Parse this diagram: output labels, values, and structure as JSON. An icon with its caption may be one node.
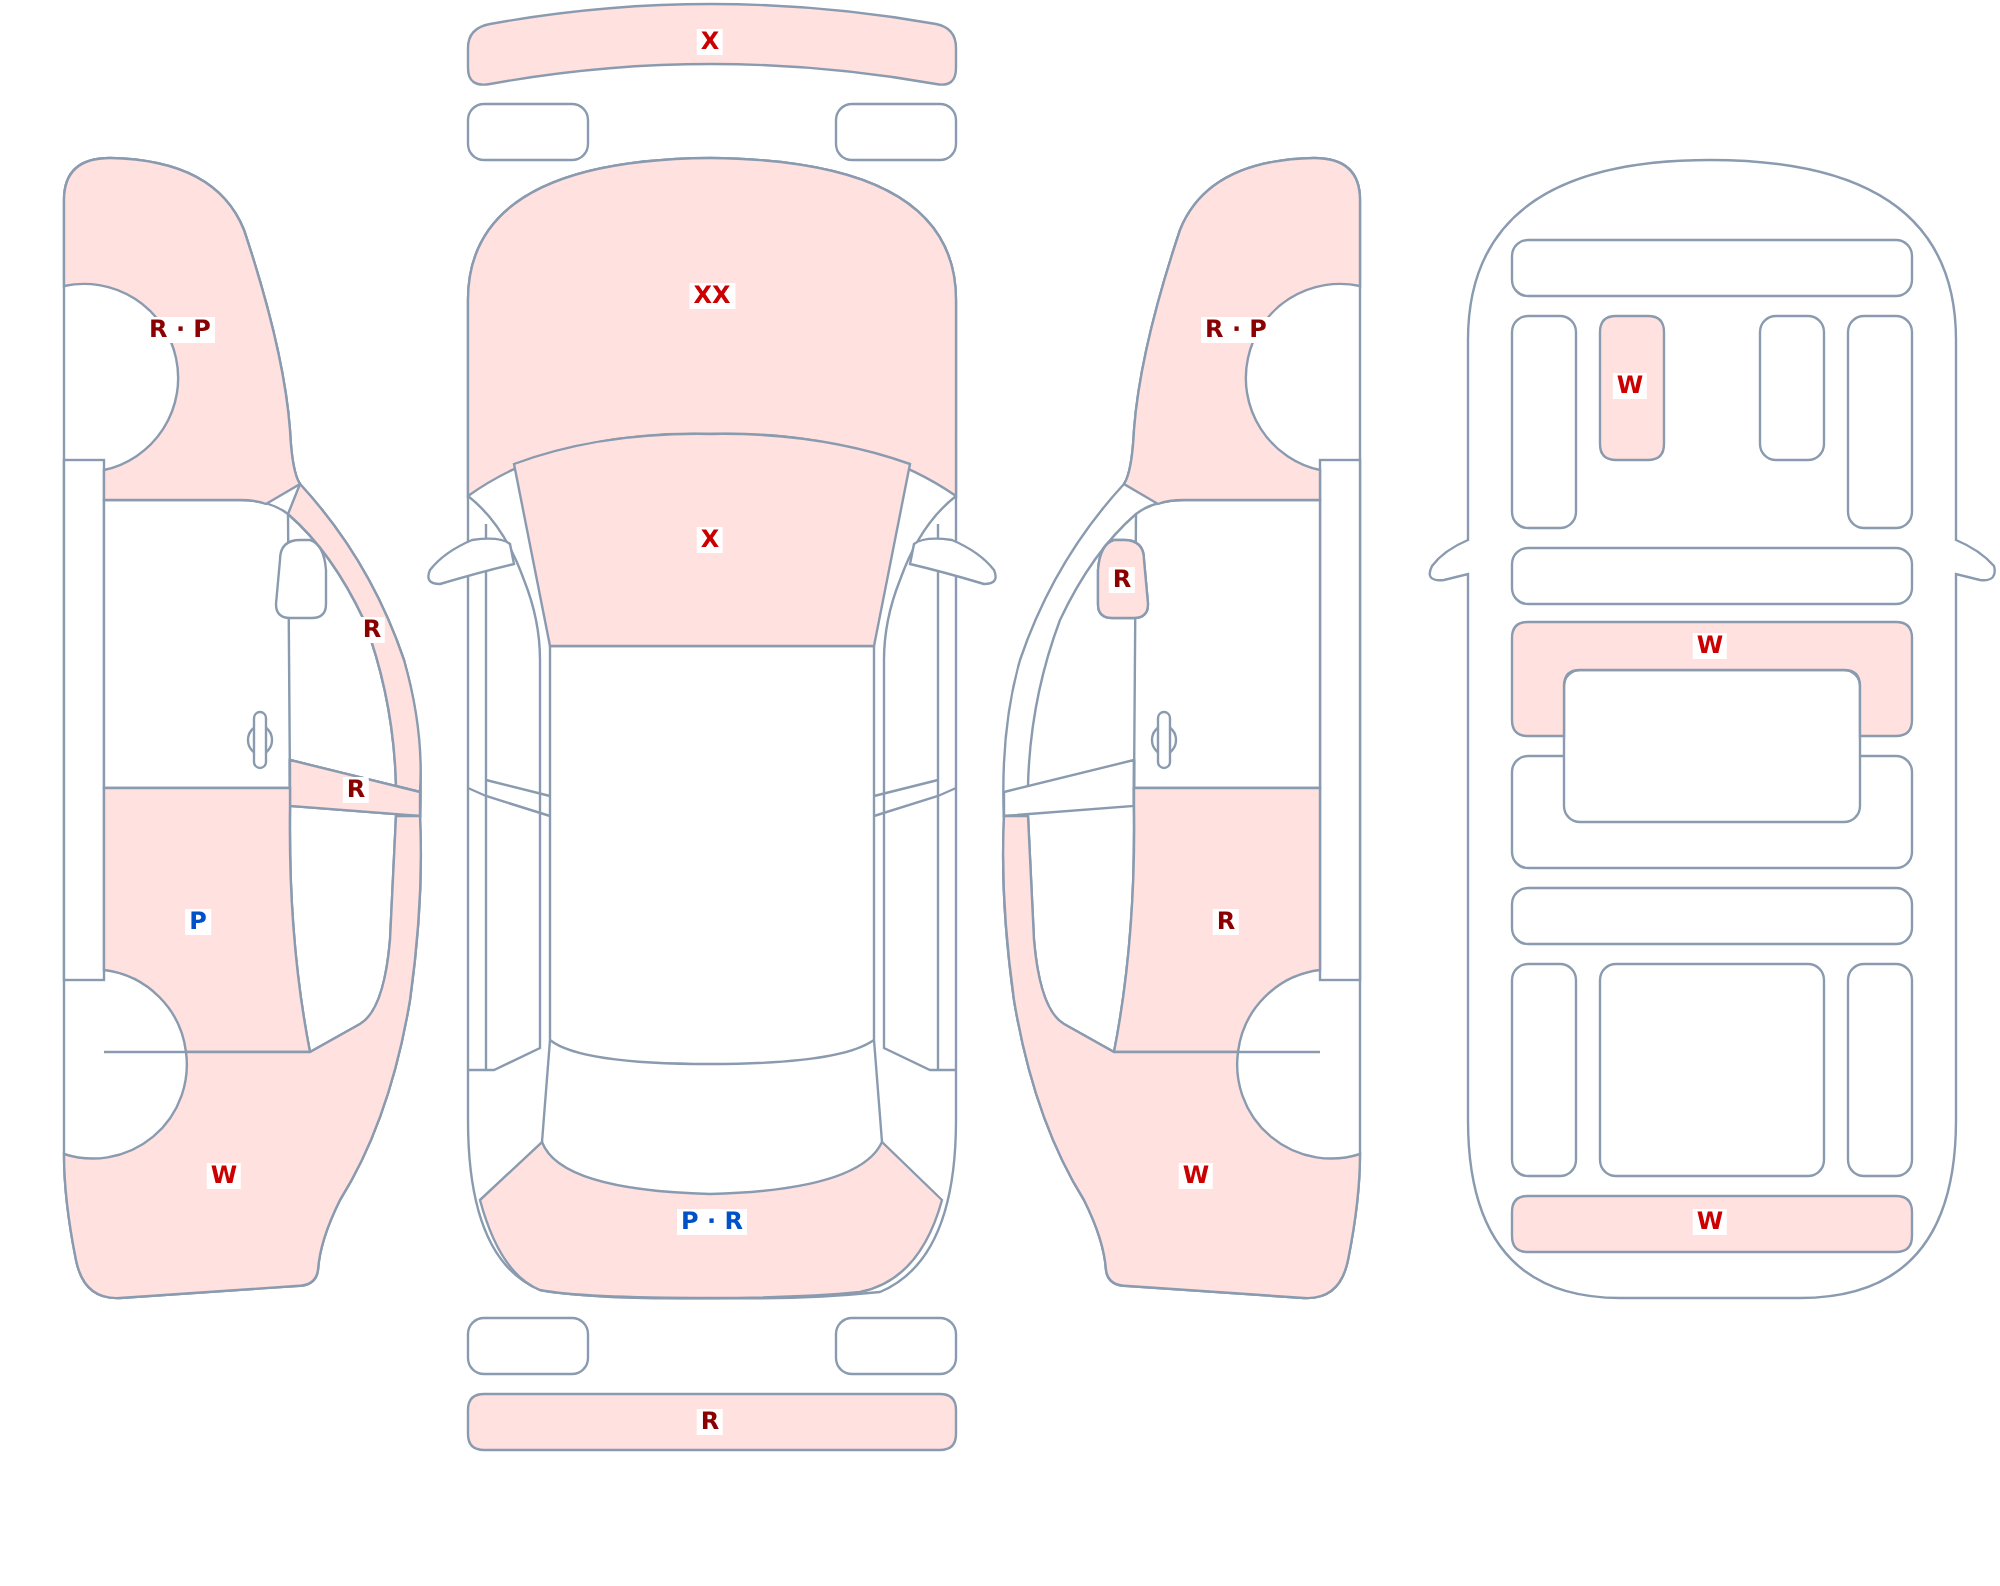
{
  "diagram": {
    "nodes": [
      {
        "text": [
          "R · P"
        ]
      },
      {
        "text": [
          "R"
        ]
      },
      {
        "text": [
          "R"
        ]
      },
      {
        "text": [
          "P"
        ]
      },
      {
        "text": [
          "W"
        ]
      },
      {
        "text": [
          "X"
        ]
      },
      {
        "text": [
          "XX"
        ]
      },
      {
        "text": [
          "X"
        ]
      },
      {
        "text": [
          "P · R"
        ]
      },
      {
        "text": [
          "R"
        ]
      },
      {
        "text": [
          "R · P"
        ]
      },
      {
        "text": [
          "R"
        ]
      },
      {
        "text": [
          "R"
        ]
      },
      {
        "text": [
          "W"
        ]
      },
      {
        "text": [
          "W"
        ]
      },
      {
        "text": [
          "W"
        ]
      },
      {
        "text": [
          "W"
        ]
      }
    ]
  }
}
